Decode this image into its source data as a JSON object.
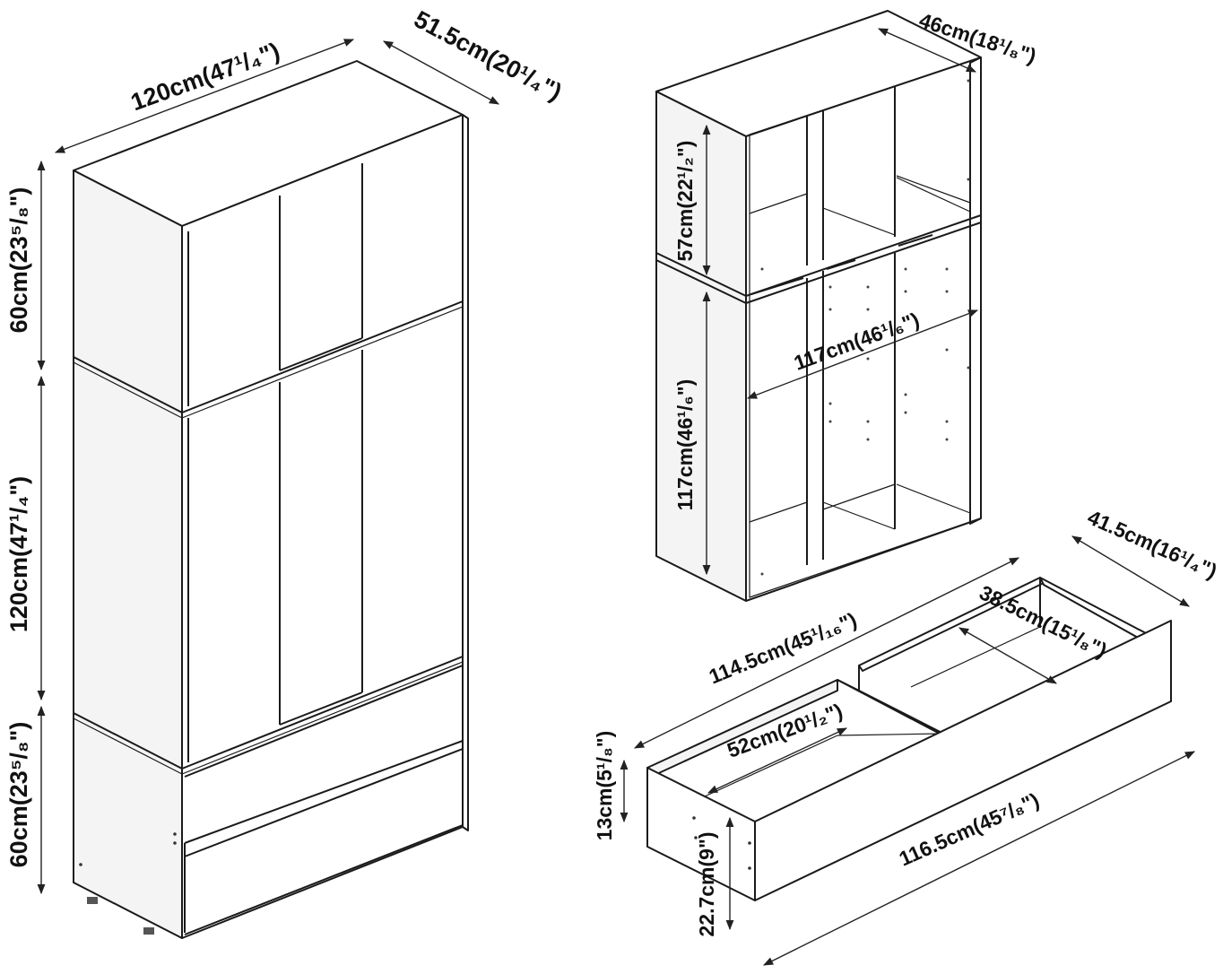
{
  "wardrobe": {
    "width_label": "120cm(47¹/₄\")",
    "depth_label": "51.5cm(20¹/₄\")",
    "top_height_label": "60cm(23⁵/₈\")",
    "mid_height_label": "120cm(47¹/₄\")",
    "bottom_height_label": "60cm(23⁵/₈\")"
  },
  "carcass": {
    "depth_label": "46cm(18¹/₈\")",
    "top_height_label": "57cm(22¹/₂\")",
    "width_label": "117cm(46¹/₆\")",
    "height_label": "117cm(46¹/₆\")"
  },
  "drawer": {
    "length_label": "114.5cm(45¹/₁₆\")",
    "depth_label": "41.5cm(16¹/₄\")",
    "inner_depth_label": "38.5cm(15¹/₈\")",
    "compartment_label": "52cm(20¹/₂\")",
    "height_label": "13cm(5¹/₈\")",
    "front_height_label": "22.7cm(9\")",
    "front_length_label": "116.5cm(45⁷/₈\")"
  },
  "colors": {
    "line": "#1a1a1a",
    "background": "#ffffff"
  }
}
